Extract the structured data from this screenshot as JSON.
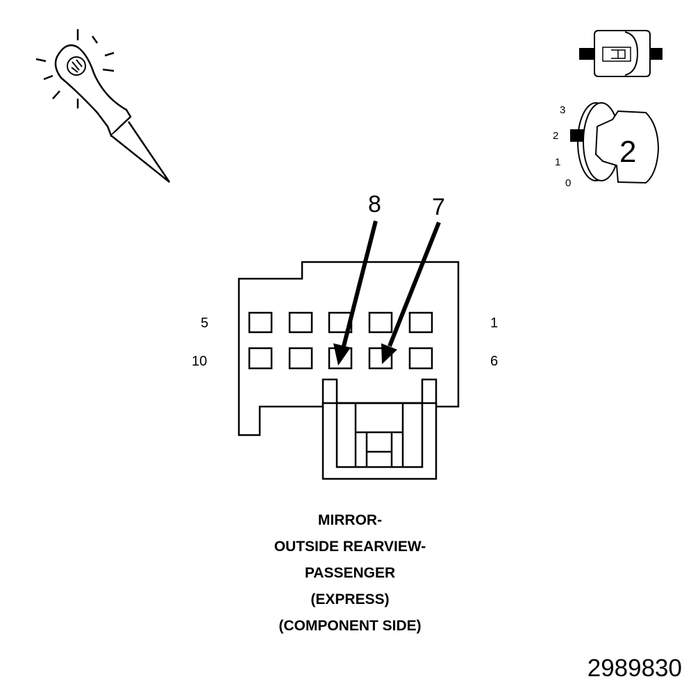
{
  "connector": {
    "pin_labels": {
      "top_left": "5",
      "top_right": "1",
      "bottom_left": "10",
      "bottom_right": "6"
    },
    "callouts": [
      "8",
      "7"
    ]
  },
  "ignition_key": {
    "positions": [
      "3",
      "2",
      "1",
      "0"
    ],
    "selected": "2"
  },
  "caption": {
    "lines": [
      "MIRROR-",
      "OUTSIDE REARVIEW-",
      "PASSENGER",
      "(EXPRESS)",
      "(COMPONENT SIDE)"
    ]
  },
  "document_number": "2989830",
  "icons": {
    "probe": "test-probe-icon",
    "unplugged": "disconnected-connector-icon",
    "key": "ignition-key-icon"
  },
  "colors": {
    "ink": "#000000",
    "paper": "#ffffff"
  }
}
